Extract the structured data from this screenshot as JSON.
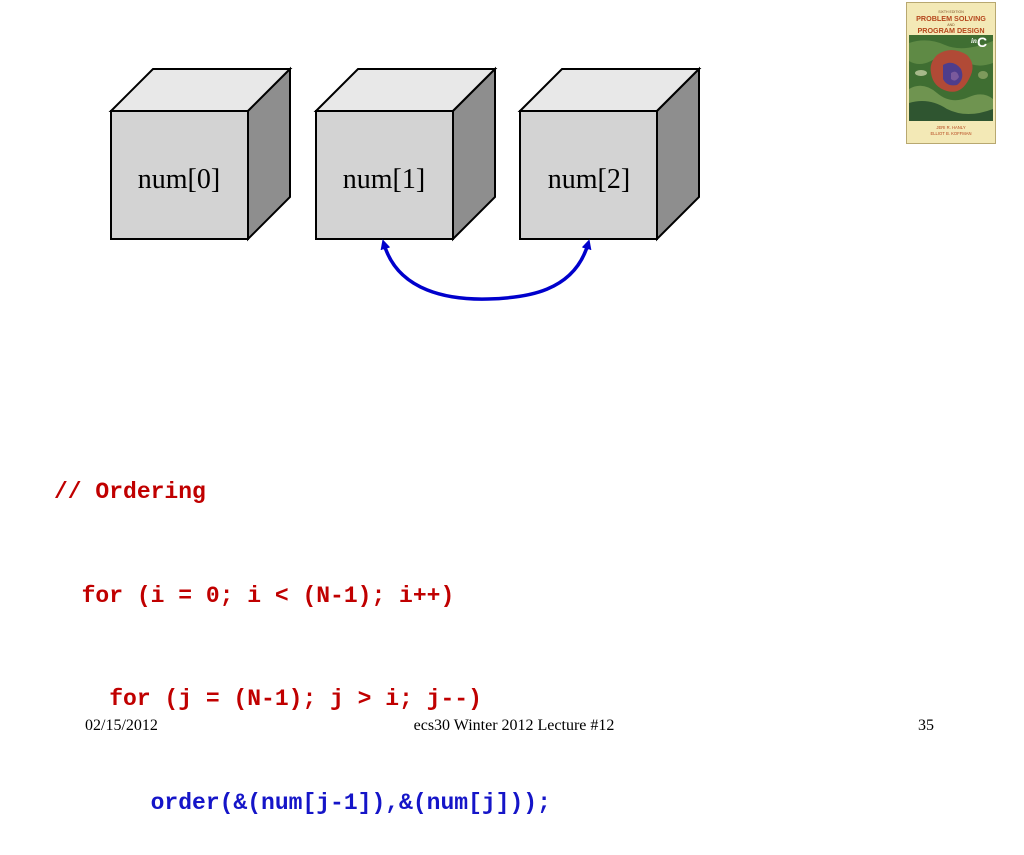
{
  "diagram": {
    "boxes": [
      {
        "label": "num[0]"
      },
      {
        "label": "num[1]"
      },
      {
        "label": "num[2]"
      }
    ],
    "arrow": {
      "from": "num[1]",
      "to": "num[2]",
      "color": "#0000cc"
    }
  },
  "book": {
    "title_line1": "PROBLEM SOLVING",
    "title_and": "AND",
    "title_line2": "PROGRAM DESIGN",
    "title_in": "in",
    "title_c": "C",
    "author1": "JERI R. HANLY",
    "author2": "ELLIOT B. KOFFMAN"
  },
  "code": {
    "lines": [
      "// Ordering",
      "  for (i = 0; i < (N-1); i++)",
      "    for (j = (N-1); j > i; j--)",
      "       order(&(num[j-1]),&(num[j]));"
    ],
    "colors": {
      "control": "#c00000",
      "call": "#1515c8"
    }
  },
  "footer": {
    "date": "02/15/2012",
    "title": "ecs30 Winter 2012 Lecture #12",
    "page": "35"
  }
}
